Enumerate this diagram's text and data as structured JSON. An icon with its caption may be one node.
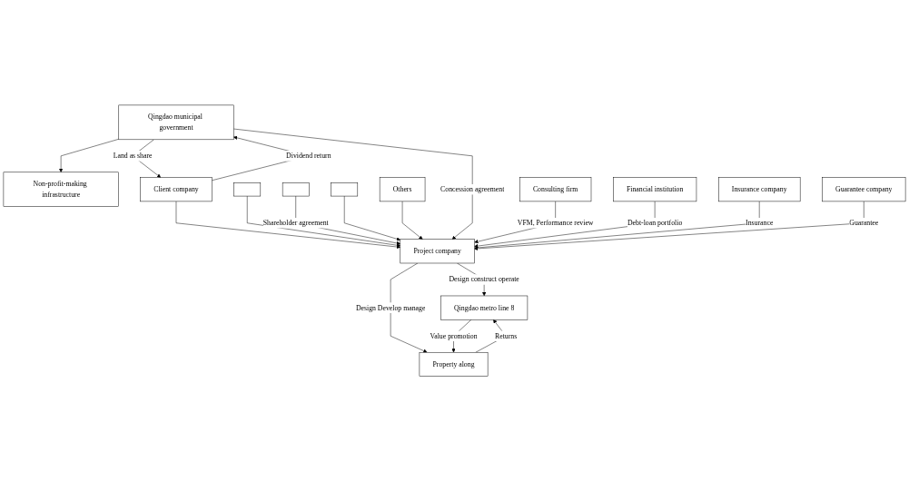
{
  "diagram": {
    "nodes": [
      {
        "text": [
          "Client company"
        ]
      },
      {
        "text": [],
        "shape": "box"
      },
      {
        "text": [],
        "shape": "box"
      },
      {
        "text": [],
        "shape": "box"
      },
      {
        "text": [
          "Others"
        ]
      },
      {
        "text": [
          "Consulting firm"
        ]
      },
      {
        "text": [
          "Qingdao municipal government"
        ]
      },
      {
        "text": [
          "Project company"
        ]
      },
      {
        "text": [
          "Financial institution"
        ]
      },
      {
        "text": [
          "Insurance company"
        ]
      },
      {
        "text": [
          "Guarantee company"
        ]
      },
      {
        "text": [
          "Non-profit-making infrastructure"
        ]
      },
      {
        "text": [
          "Qingdao metro line 8"
        ]
      },
      {
        "text": [
          "Property along"
        ]
      }
    ],
    "edges": [
      {
        "from": 6,
        "to": 0,
        "arrow": "to",
        "label": "Land as share"
      },
      {
        "from": 0,
        "to": 6,
        "arrow": "to",
        "label": "Dividend return"
      },
      {
        "from": 0,
        "to": 7,
        "arrow": "to"
      },
      {
        "from": 1,
        "to": 7,
        "arrow": "to"
      },
      {
        "from": 2,
        "to": 7,
        "arrow": "to",
        "label": "Shareholder agreement"
      },
      {
        "from": 3,
        "to": 7,
        "arrow": "to"
      },
      {
        "from": 4,
        "to": 7,
        "arrow": "to"
      },
      {
        "from": 6,
        "to": 7,
        "arrow": "to",
        "label": "Concession agreement"
      },
      {
        "from": 5,
        "to": 7,
        "arrow": "to",
        "label": "VFM, Performance review"
      },
      {
        "from": 8,
        "to": 7,
        "arrow": "to",
        "label": "Debt-loan portfolio"
      },
      {
        "from": 9,
        "to": 7,
        "arrow": "to",
        "label": "Insurance"
      },
      {
        "from": 10,
        "to": 7,
        "arrow": "to",
        "label": "Guarantee"
      },
      {
        "from": 6,
        "to": 11,
        "arrow": "to"
      },
      {
        "from": 7,
        "to": 12,
        "arrow": "to",
        "label": "Design construct operate"
      },
      {
        "from": 7,
        "to": 13,
        "arrow": "to",
        "label": "Design Develop manage"
      },
      {
        "from": 13,
        "to": 12,
        "arrow": "to",
        "label": "Returns"
      },
      {
        "from": 12,
        "to": 13,
        "arrow": "to",
        "label": "Value promotion"
      }
    ]
  }
}
